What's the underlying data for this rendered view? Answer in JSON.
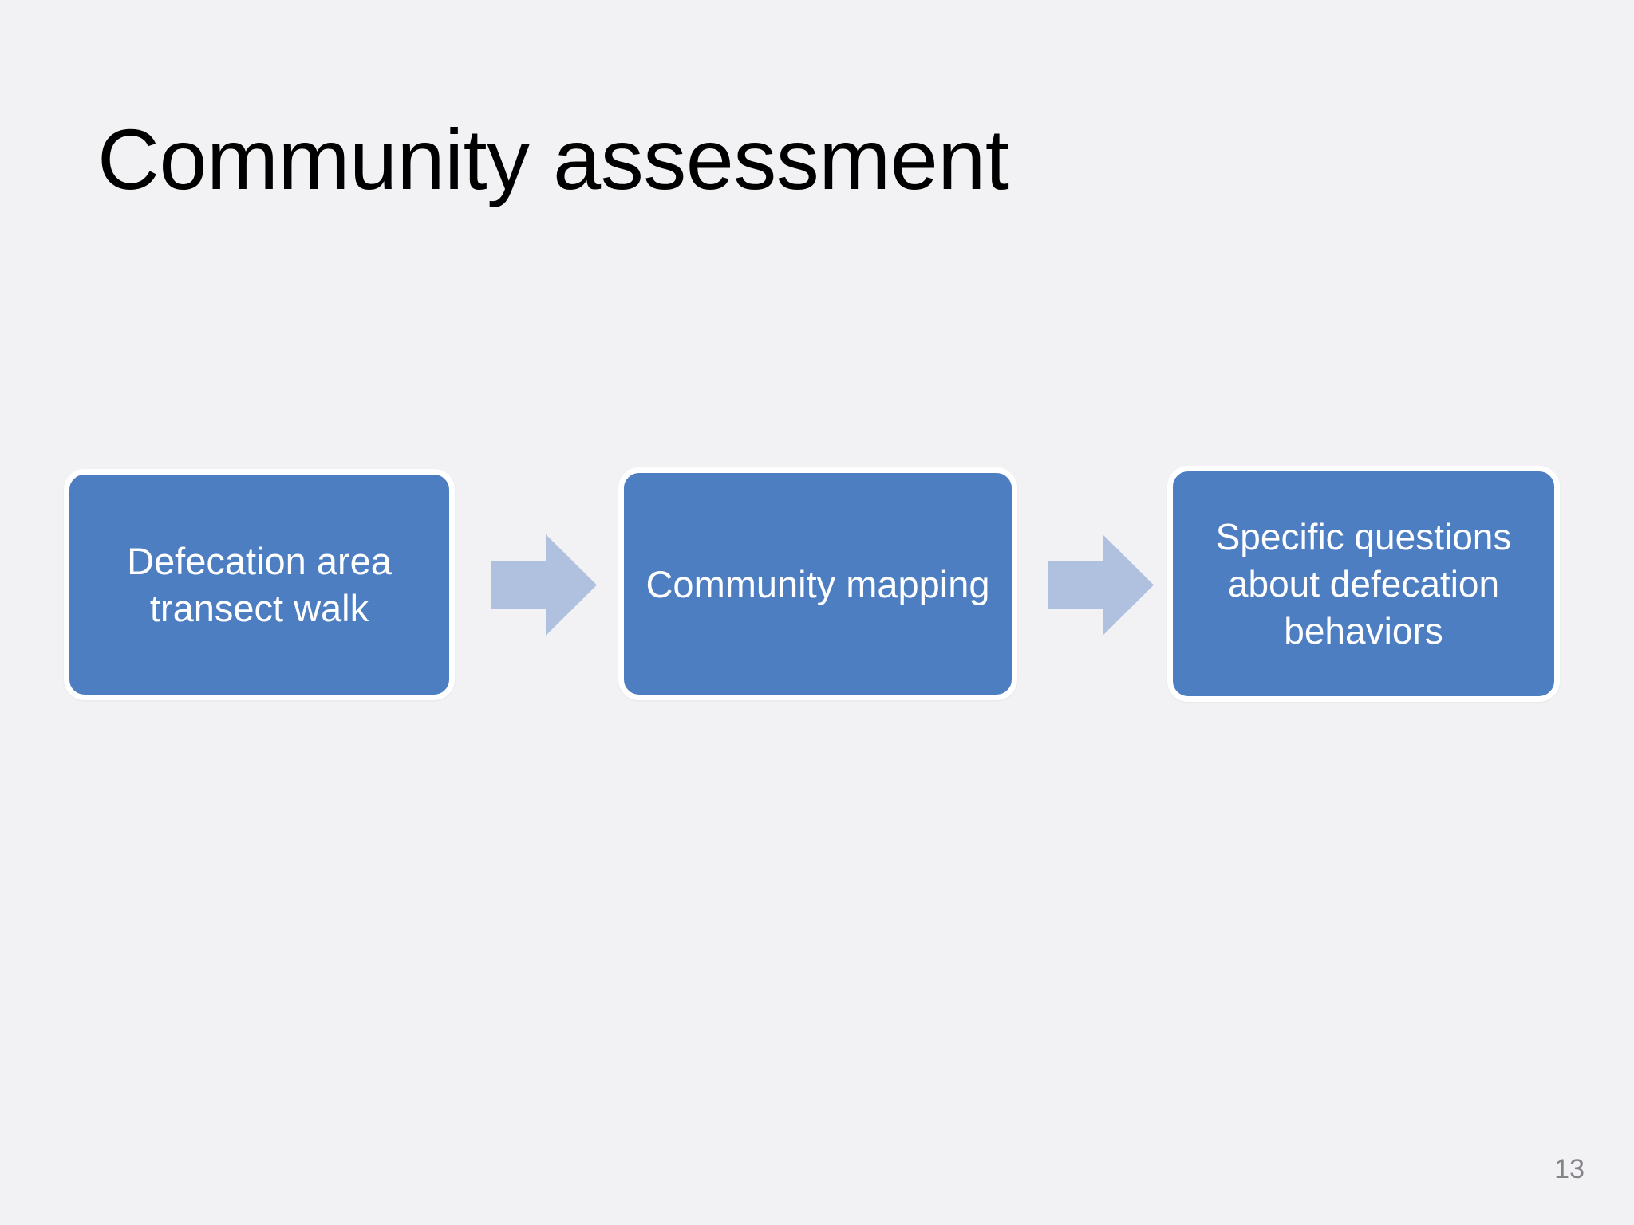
{
  "slide": {
    "title": "Community assessment",
    "page_number": "13",
    "background_color": "#f2f1f3",
    "title_color": "#000000",
    "page_number_color": "#878189"
  },
  "flow": {
    "box_fill_color": "#4e7ec2",
    "box_border_color": "#ffffff",
    "box_text_color": "#ffffff",
    "arrow_color": "#b0c1e0",
    "boxes": [
      {
        "label": "Defecation area transect walk"
      },
      {
        "label": "Community mapping"
      },
      {
        "label": "Specific questions about defecation behaviors"
      }
    ],
    "arrows": [
      {
        "name": "right-arrow-icon"
      },
      {
        "name": "right-arrow-icon"
      }
    ]
  }
}
